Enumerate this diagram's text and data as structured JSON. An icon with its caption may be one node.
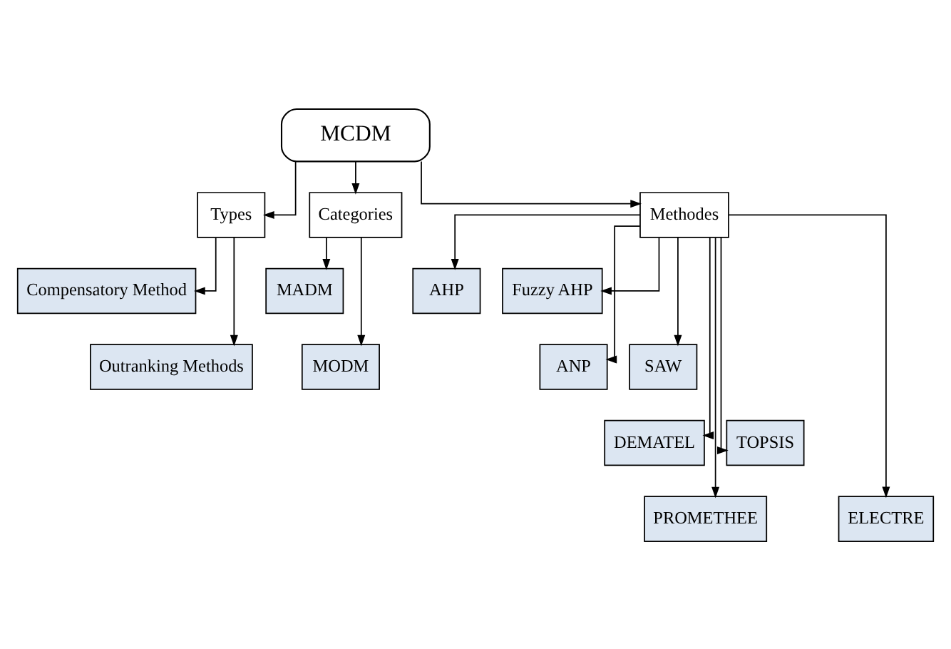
{
  "diagram": {
    "nodes": [
      {
        "text": [
          "MCDM"
        ]
      },
      {
        "text": [
          "Types"
        ]
      },
      {
        "text": [
          "Categories"
        ]
      },
      {
        "text": [
          "Methodes"
        ]
      },
      {
        "text": [
          "Compensatory Method"
        ]
      },
      {
        "text": [
          "Outranking Methods"
        ]
      },
      {
        "text": [
          "MADM"
        ]
      },
      {
        "text": [
          "MODM"
        ]
      },
      {
        "text": [
          "AHP"
        ]
      },
      {
        "text": [
          "Fuzzy AHP"
        ]
      },
      {
        "text": [
          "ANP"
        ]
      },
      {
        "text": [
          "SAW"
        ]
      },
      {
        "text": [
          "DEMATEL"
        ]
      },
      {
        "text": [
          "TOPSIS"
        ]
      },
      {
        "text": [
          "PROMETHEE"
        ]
      },
      {
        "text": [
          "ELECTRE"
        ]
      }
    ],
    "edges": [
      {
        "from": 0,
        "to": 1,
        "arrow": "to"
      },
      {
        "from": 0,
        "to": 2,
        "arrow": "to"
      },
      {
        "from": 0,
        "to": 3,
        "arrow": "to"
      },
      {
        "from": 1,
        "to": 4,
        "arrow": "to"
      },
      {
        "from": 1,
        "to": 5,
        "arrow": "to"
      },
      {
        "from": 2,
        "to": 6,
        "arrow": "to"
      },
      {
        "from": 2,
        "to": 7,
        "arrow": "to"
      },
      {
        "from": 3,
        "to": 8,
        "arrow": "to"
      },
      {
        "from": 3,
        "to": 9,
        "arrow": "to"
      },
      {
        "from": 3,
        "to": 10,
        "arrow": "to"
      },
      {
        "from": 3,
        "to": 11,
        "arrow": "to"
      },
      {
        "from": 3,
        "to": 12,
        "arrow": "to"
      },
      {
        "from": 3,
        "to": 13,
        "arrow": "to"
      },
      {
        "from": 3,
        "to": 14,
        "arrow": "to"
      },
      {
        "from": 3,
        "to": 15,
        "arrow": "to"
      }
    ]
  }
}
